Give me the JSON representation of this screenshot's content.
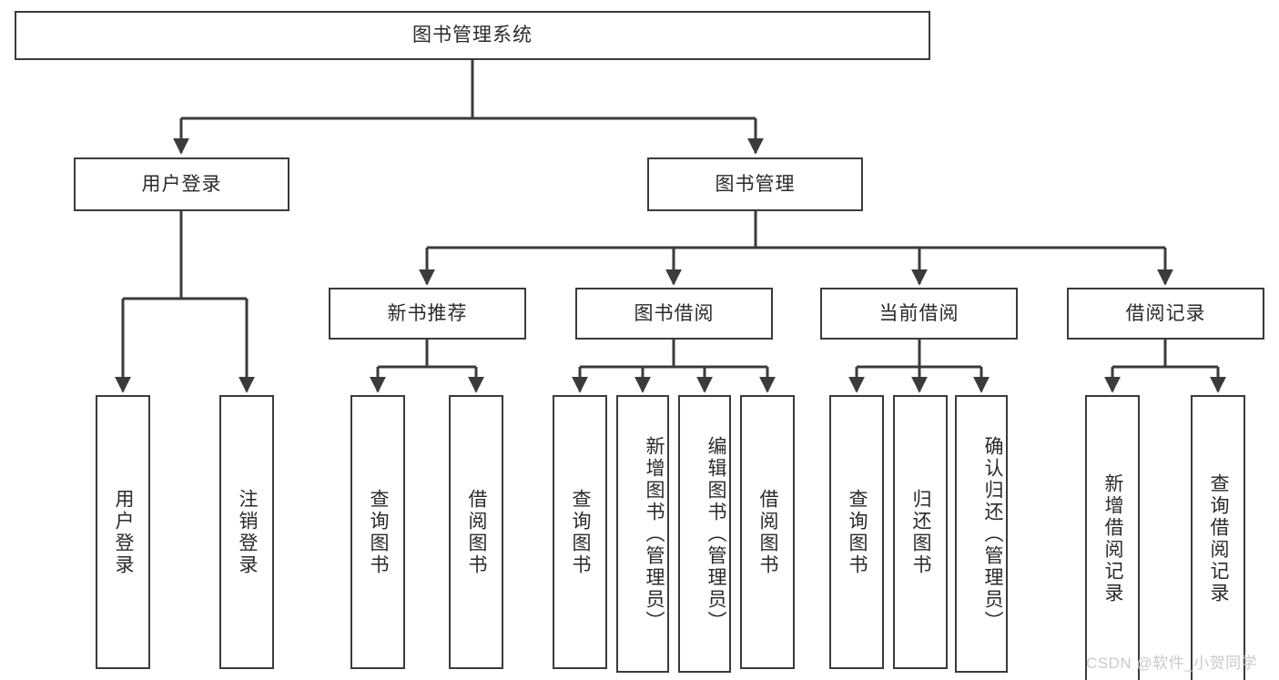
{
  "diagram": {
    "title": "图书管理系统",
    "type": "tree-hierarchy-chart",
    "colors": {
      "box_border": "#3b3b3b",
      "box_fill": "#ffffff",
      "connector": "#3b3b3b",
      "text": "#2a2a2a",
      "watermark": "#c9c9c9",
      "background": "#ffffff"
    },
    "root": {
      "label": "图书管理系统"
    },
    "level2": [
      {
        "label": "用户登录"
      },
      {
        "label": "图书管理"
      }
    ],
    "level3": [
      {
        "label": "新书推荐"
      },
      {
        "label": "图书借阅"
      },
      {
        "label": "当前借阅"
      },
      {
        "label": "借阅记录"
      }
    ],
    "leaves": {
      "user_login": [
        {
          "label": "用户登录"
        },
        {
          "label": "注销登录"
        }
      ],
      "new_book_recommend": [
        {
          "label": "查询图书"
        },
        {
          "label": "借阅图书"
        }
      ],
      "book_borrow": [
        {
          "label": "查询图书"
        },
        {
          "label": "新增图书（管理员）"
        },
        {
          "label": "编辑图书（管理员）"
        },
        {
          "label": "借阅图书"
        }
      ],
      "current_borrow": [
        {
          "label": "查询图书"
        },
        {
          "label": "归还图书"
        },
        {
          "label": "确认归还（管理员）"
        }
      ],
      "borrow_record": [
        {
          "label": "新增借阅记录"
        },
        {
          "label": "查询借阅记录"
        }
      ]
    }
  },
  "watermark": {
    "text": "CSDN @软件_小贺同学"
  }
}
